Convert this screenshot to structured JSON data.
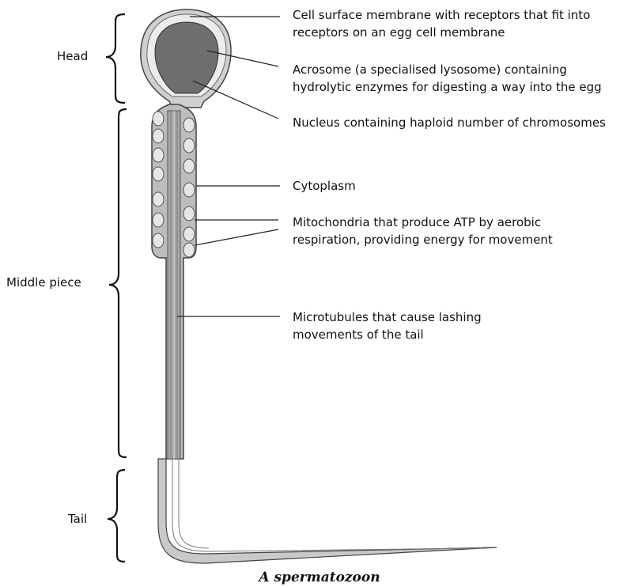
{
  "regions": {
    "head": "Head",
    "middle": "Middle piece",
    "tail": "Tail"
  },
  "labels": {
    "membrane": [
      "Cell surface membrane with receptors that fit into",
      "receptors on an egg cell membrane"
    ],
    "acrosome": [
      "Acrosome (a specialised lysosome) containing",
      "hydrolytic enzymes for digesting a way into the egg"
    ],
    "nucleus": [
      "Nucleus containing haploid number of chromosomes"
    ],
    "cytoplasm": [
      "Cytoplasm"
    ],
    "mitochondria": [
      "Mitochondria that produce ATP by aerobic",
      "respiration, providing energy for movement"
    ],
    "microtubules": [
      "Microtubules that cause lashing",
      "movements of the tail"
    ]
  },
  "caption": "A spermatozoon",
  "colors": {
    "nucleus": "#6e6e6e",
    "outer": "#c9c9c9",
    "acrosome": "#e9e9e9",
    "lines": "#3a3a3a"
  }
}
